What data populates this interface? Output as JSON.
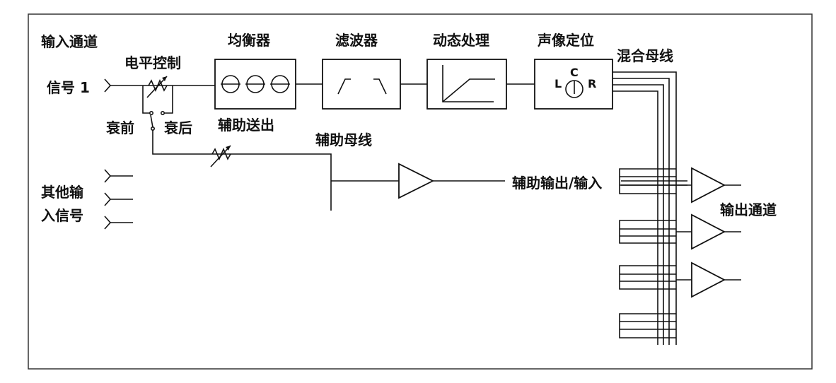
{
  "labels": {
    "input_channel": "输入通道",
    "level_control": "电平控制",
    "signal_1": "信号 1",
    "pre_fade": "衰前",
    "post_fade": "衰后",
    "aux_send": "辅助送出",
    "aux_bus": "辅助母线",
    "other_inputs_1": "其他输",
    "other_inputs_2": "入信号",
    "equalizer": "均衡器",
    "filter": "滤波器",
    "dynamics": "动态处理",
    "pan": "声像定位",
    "mix_bus": "混合母线",
    "aux_io": "辅助输出/输入",
    "output_channel": "输出通道",
    "pan_l": "L",
    "pan_c": "C",
    "pan_r": "R"
  }
}
